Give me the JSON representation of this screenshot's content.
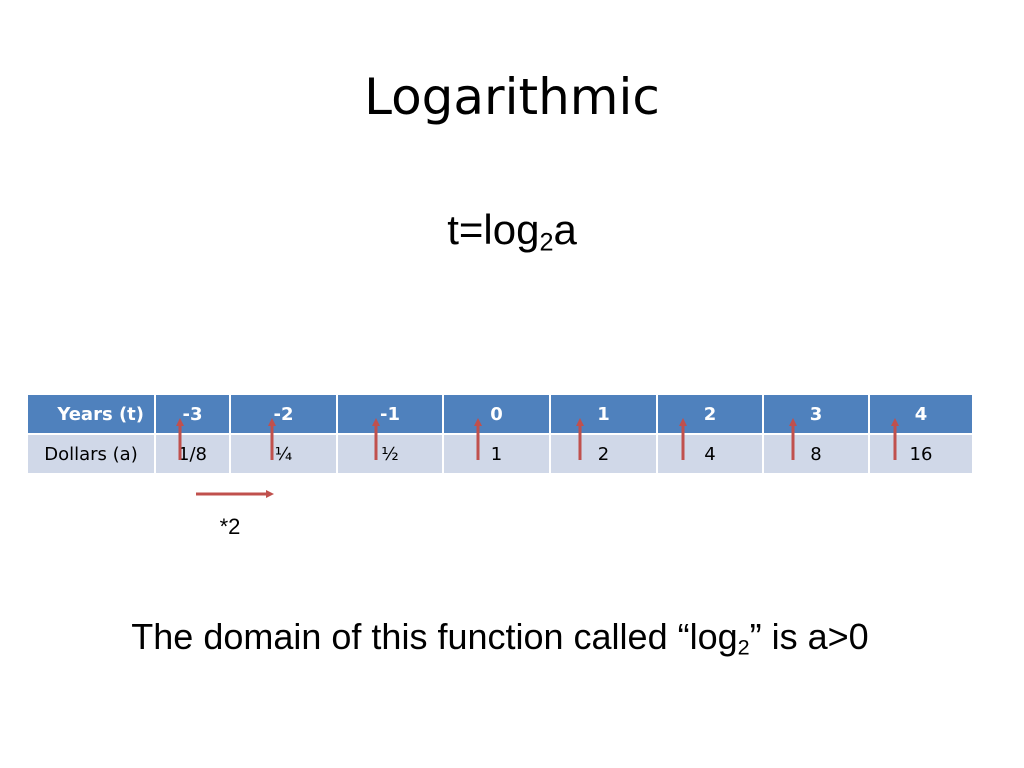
{
  "slide": {
    "title": "Logarithmic",
    "formula": {
      "prefix": "t=log",
      "base": "2",
      "suffix": "a"
    },
    "table": {
      "header": {
        "label": "Years (t)",
        "values": [
          "-3",
          "-2",
          "-1",
          "0",
          "1",
          "2",
          "3",
          "4"
        ]
      },
      "row": {
        "label": "Dollars (a)",
        "values": [
          "1/8",
          "¼",
          "½",
          "1",
          "2",
          "4",
          "8",
          "16"
        ]
      }
    },
    "arrow_label": "*2",
    "domain_statement": {
      "prefix": "The domain of this function called “log",
      "base": "2",
      "suffix": "” is a>0"
    },
    "colors": {
      "header_fill": "#4f81bd",
      "row_fill": "#d0d8e8",
      "arrow": "#c0504d"
    }
  }
}
